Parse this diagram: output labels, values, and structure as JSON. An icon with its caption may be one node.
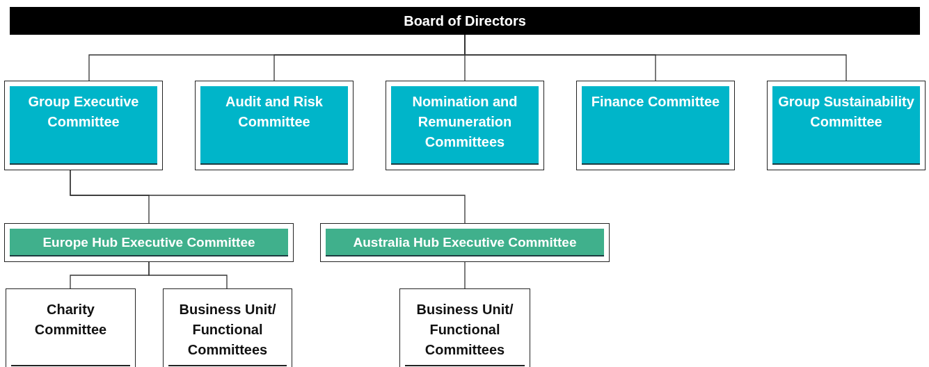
{
  "diagram": {
    "nodes": [
      {
        "text": [
          "Board of Directors"
        ]
      },
      {
        "text": [
          "Group Executive Committee"
        ]
      },
      {
        "text": [
          "Audit and Risk Committee"
        ]
      },
      {
        "text": [
          "Nomination and Remuneration Committees"
        ]
      },
      {
        "text": [
          "Finance Committee"
        ]
      },
      {
        "text": [
          "Group Sustainability Committee"
        ]
      },
      {
        "text": [
          "Europe Hub Executive Committee"
        ]
      },
      {
        "text": [
          "Australia Hub Executive Committee"
        ]
      },
      {
        "text": [
          "Charity Committee"
        ]
      },
      {
        "text": [
          "Business Unit/ Functional Committees"
        ]
      },
      {
        "text": [
          "Business Unit/ Functional Committees"
        ]
      }
    ],
    "edges": [
      {
        "from": 0,
        "to": 1,
        "arrow": "none"
      },
      {
        "from": 0,
        "to": 2,
        "arrow": "none"
      },
      {
        "from": 0,
        "to": 3,
        "arrow": "none"
      },
      {
        "from": 0,
        "to": 4,
        "arrow": "none"
      },
      {
        "from": 0,
        "to": 5,
        "arrow": "none"
      },
      {
        "from": 1,
        "to": 6,
        "arrow": "none"
      },
      {
        "from": 1,
        "to": 7,
        "arrow": "none"
      },
      {
        "from": 6,
        "to": 8,
        "arrow": "none"
      },
      {
        "from": 6,
        "to": 9,
        "arrow": "none"
      },
      {
        "from": 7,
        "to": 10,
        "arrow": "none"
      }
    ]
  }
}
